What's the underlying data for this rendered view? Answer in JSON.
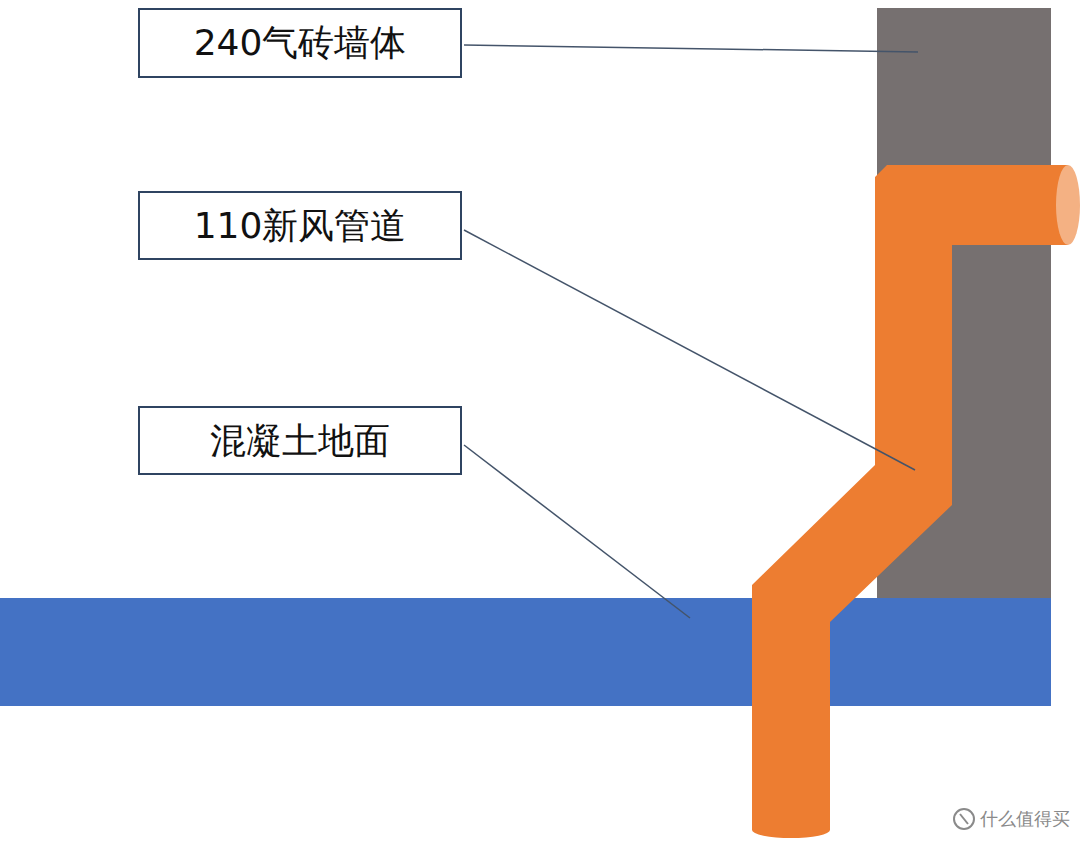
{
  "diagram": {
    "nodes": [
      {
        "text": [
          "240气砖墙体"
        ]
      },
      {
        "text": [
          "110新风管道"
        ]
      },
      {
        "text": [
          "混凝土地面"
        ]
      }
    ],
    "labels": [
      "什么值得买"
    ]
  }
}
